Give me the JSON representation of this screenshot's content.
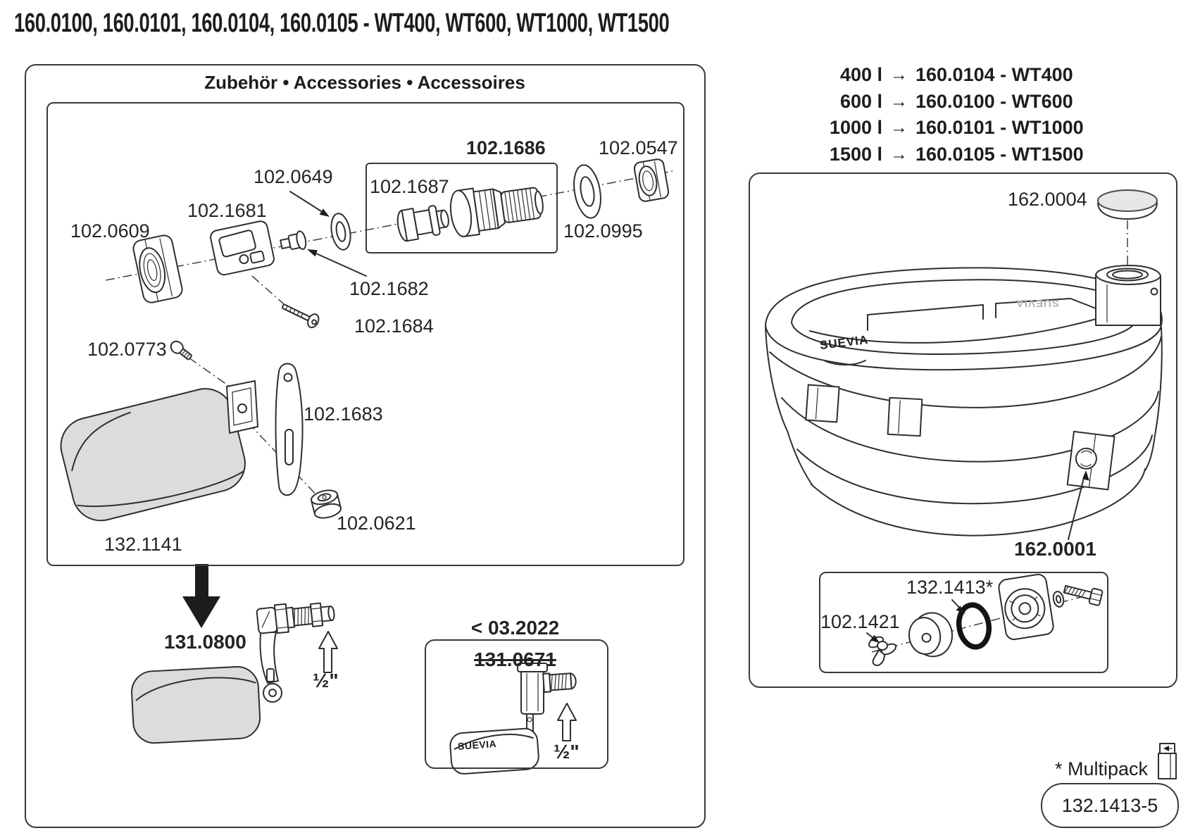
{
  "title": "160.0100, 160.0101, 160.0104, 160.0105 - WT400, WT600, WT1000, WT1500",
  "accessories": {
    "header": "Zubehör • Accessories • Accessoires",
    "parts": {
      "p102_0609": "102.0609",
      "p102_1681": "102.1681",
      "p102_0649": "102.0649",
      "p102_1687": "102.1687",
      "p102_1686": "102.1686",
      "p102_0547": "102.0547",
      "p102_0995": "102.0995",
      "p102_1682": "102.1682",
      "p102_1684": "102.1684",
      "p102_0773": "102.0773",
      "p102_1683": "102.1683",
      "p102_0621": "102.0621",
      "p132_1141": "132.1141"
    },
    "successor": {
      "part": "131.0800",
      "size": "½\""
    },
    "obsolete": {
      "date": "< 03.2022",
      "part": "131.0671",
      "size": "½\"",
      "float_brand": "SUEVIA"
    }
  },
  "models": {
    "arrow": "→",
    "rows": [
      {
        "capacity": "400 l",
        "code": "160.0104 - WT400"
      },
      {
        "capacity": "600 l",
        "code": "160.0100 - WT600"
      },
      {
        "capacity": "1000 l",
        "code": "160.0101 - WT1000"
      },
      {
        "capacity": "1500 l",
        "code": "160.0105 - WT1500"
      }
    ]
  },
  "trough": {
    "brand_front": "SUEVIA",
    "brand_back": "SUEVIA",
    "lid_part": "162.0004",
    "drain_part": "162.0001",
    "kit": {
      "wing_nut": "102.1421",
      "oring": "132.1413*"
    }
  },
  "footer": {
    "multipack": "* Multipack",
    "multipack_code": "132.1413-5"
  }
}
